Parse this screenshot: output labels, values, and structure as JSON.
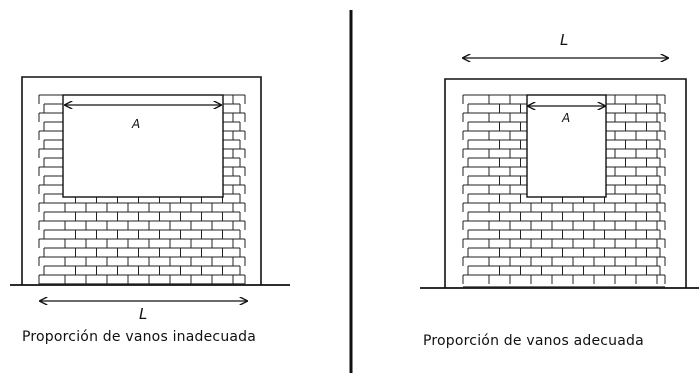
{
  "figure": {
    "left_panel": {
      "caption": "Proporción de vanos inadecuada",
      "opening_label": "A",
      "wall_length_label": "L"
    },
    "right_panel": {
      "caption": "Proporción de vanos adecuada",
      "opening_label": "A",
      "wall_length_label": "L"
    }
  }
}
